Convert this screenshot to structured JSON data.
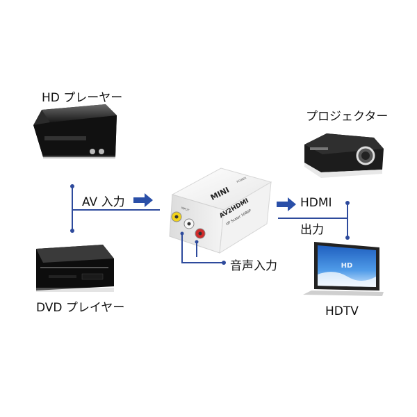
{
  "labels": {
    "hd_player": "HD プレーヤー",
    "projector": "プロジェクター",
    "av_input": "AV 入力",
    "hdmi": "HDMI",
    "output": "出力",
    "audio_input": "音声入力",
    "dvd_player": "DVD プレイヤー",
    "hdtv": "HDTV"
  },
  "device": {
    "brand": "MINI",
    "model": "AV2HDMI",
    "subtitle": "UP Scaler 1080P",
    "port_left": "INPUT",
    "port_right": "POWER"
  },
  "tv_screen_text": "HD"
}
